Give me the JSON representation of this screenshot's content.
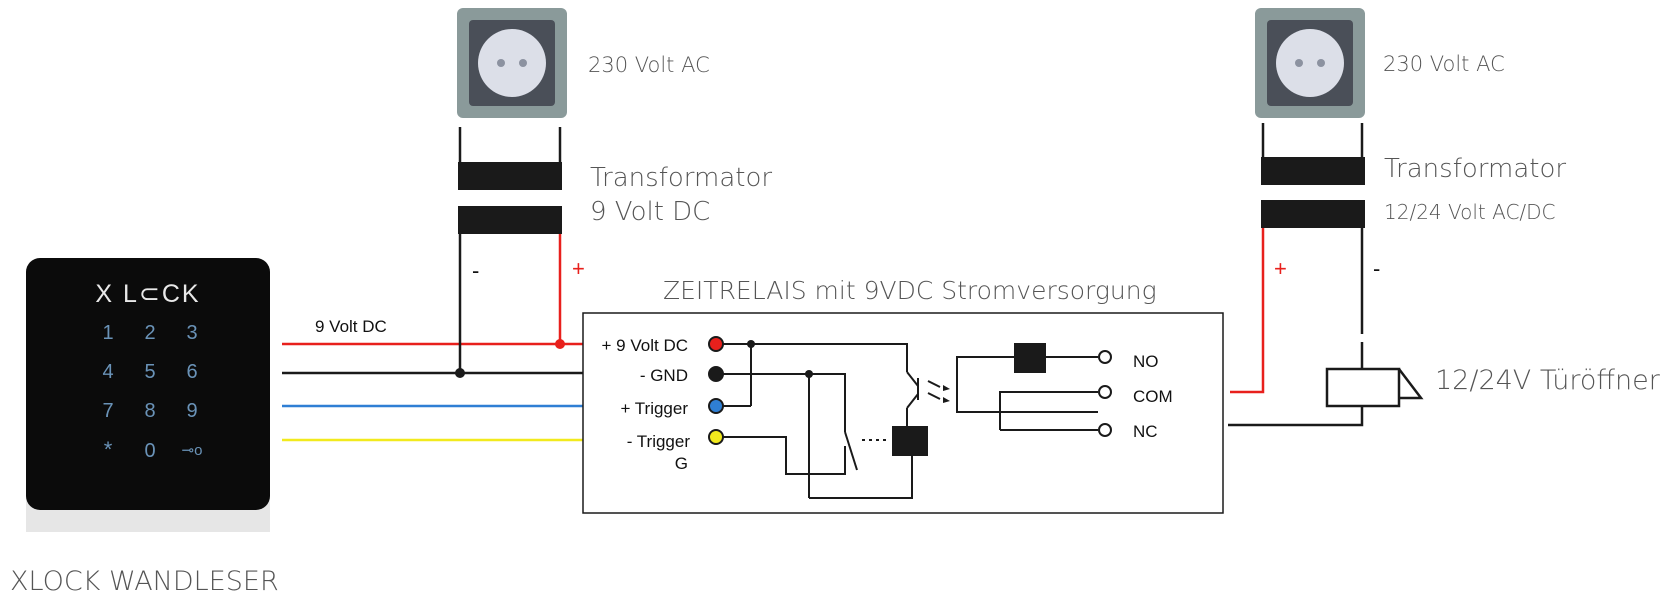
{
  "reader": {
    "brand": "X L⊂CK",
    "keys": [
      "1",
      "2",
      "3",
      "4",
      "5",
      "6",
      "7",
      "8",
      "9",
      "*",
      "0",
      "⊸o"
    ],
    "caption": "XLOCK WANDLESER"
  },
  "wire_label": "9 Volt DC",
  "supply_left": {
    "outlet_label": "230 Volt AC",
    "transformer_title": "Transformator",
    "transformer_sub": "9 Volt DC",
    "minus": "-",
    "plus": "+"
  },
  "supply_right": {
    "outlet_label": "230 Volt AC",
    "transformer_title": "Transformator",
    "transformer_sub": "12/24 Volt AC/DC",
    "minus": "-",
    "plus": "+"
  },
  "relay": {
    "title": "ZEITRELAIS mit 9VDC Stromversorgung",
    "inputs": [
      "+ 9 Volt DC",
      "- GND",
      "+ Trigger",
      "-  Trigger"
    ],
    "input_extra": "G",
    "outputs": [
      "NO",
      "COM",
      "NC"
    ]
  },
  "opener_label": "12/24V Türöffner",
  "colors": {
    "red": "#e8201c",
    "black": "#1a1a1a",
    "blue": "#2f7fd4",
    "yellow": "#f2ea1d",
    "reader_bg": "#0b0b0b"
  }
}
